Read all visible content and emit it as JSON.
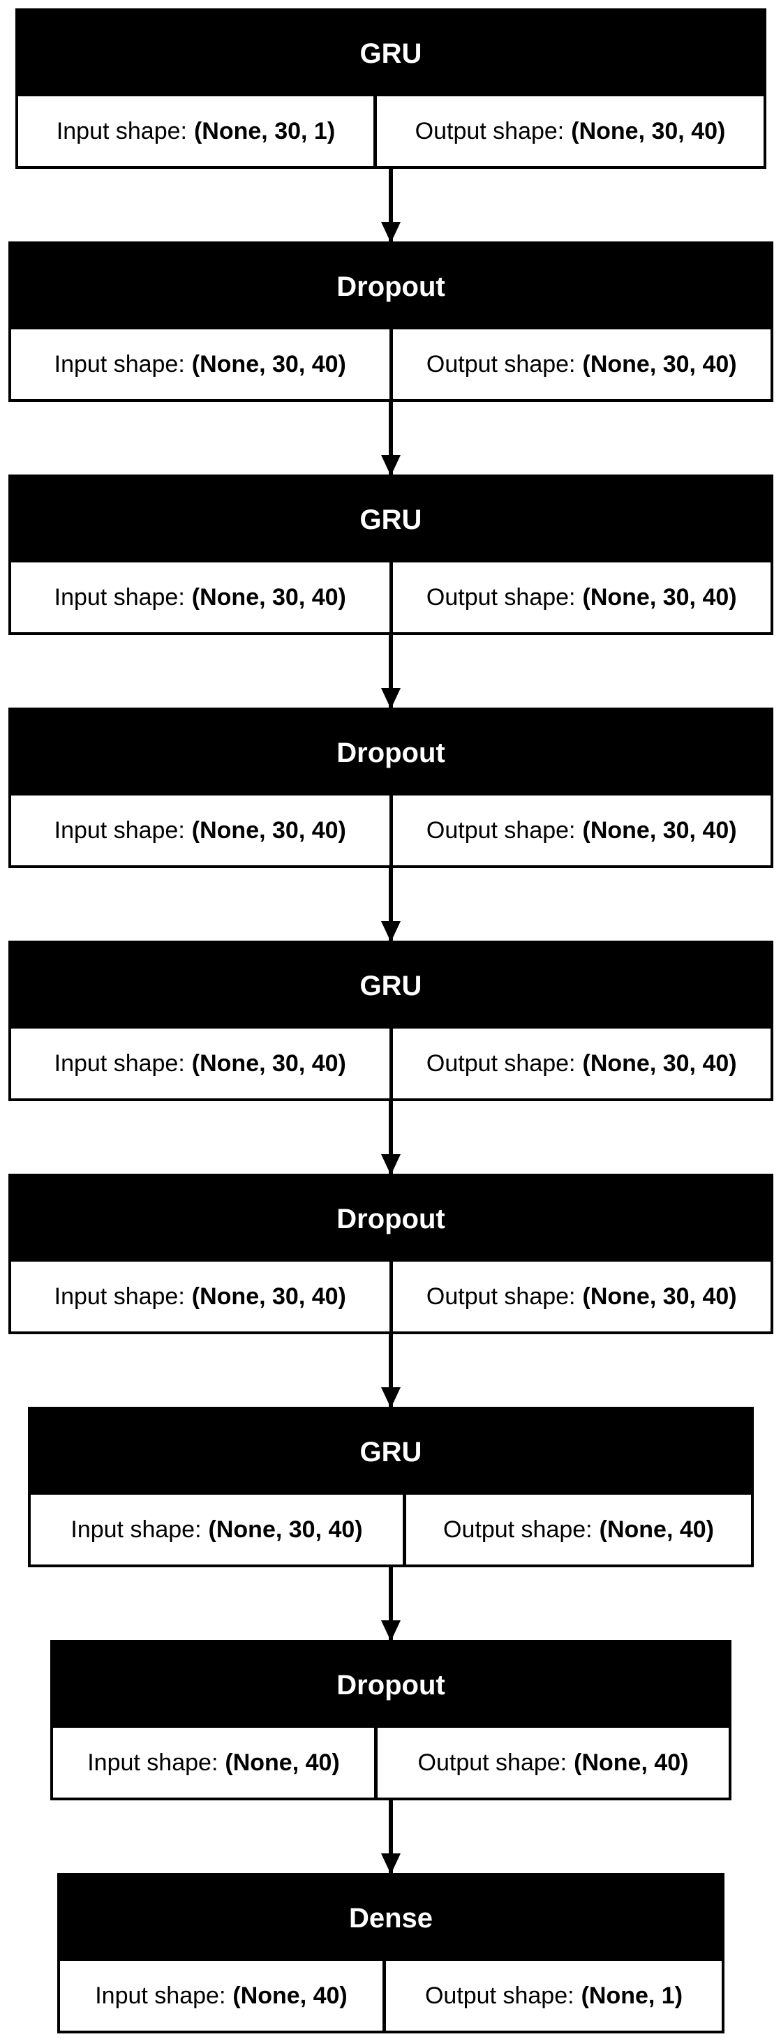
{
  "labels": {
    "input": "Input shape:",
    "output": "Output shape:"
  },
  "layers": [
    {
      "name": "GRU",
      "input": "(None, 30, 1)",
      "output": "(None, 30, 40)"
    },
    {
      "name": "Dropout",
      "input": "(None, 30, 40)",
      "output": "(None, 30, 40)"
    },
    {
      "name": "GRU",
      "input": "(None, 30, 40)",
      "output": "(None, 30, 40)"
    },
    {
      "name": "Dropout",
      "input": "(None, 30, 40)",
      "output": "(None, 30, 40)"
    },
    {
      "name": "GRU",
      "input": "(None, 30, 40)",
      "output": "(None, 30, 40)"
    },
    {
      "name": "Dropout",
      "input": "(None, 30, 40)",
      "output": "(None, 30, 40)"
    },
    {
      "name": "GRU",
      "input": "(None, 30, 40)",
      "output": "(None, 40)"
    },
    {
      "name": "Dropout",
      "input": "(None, 40)",
      "output": "(None, 40)"
    },
    {
      "name": "Dense",
      "input": "(None, 40)",
      "output": "(None, 1)"
    }
  ]
}
